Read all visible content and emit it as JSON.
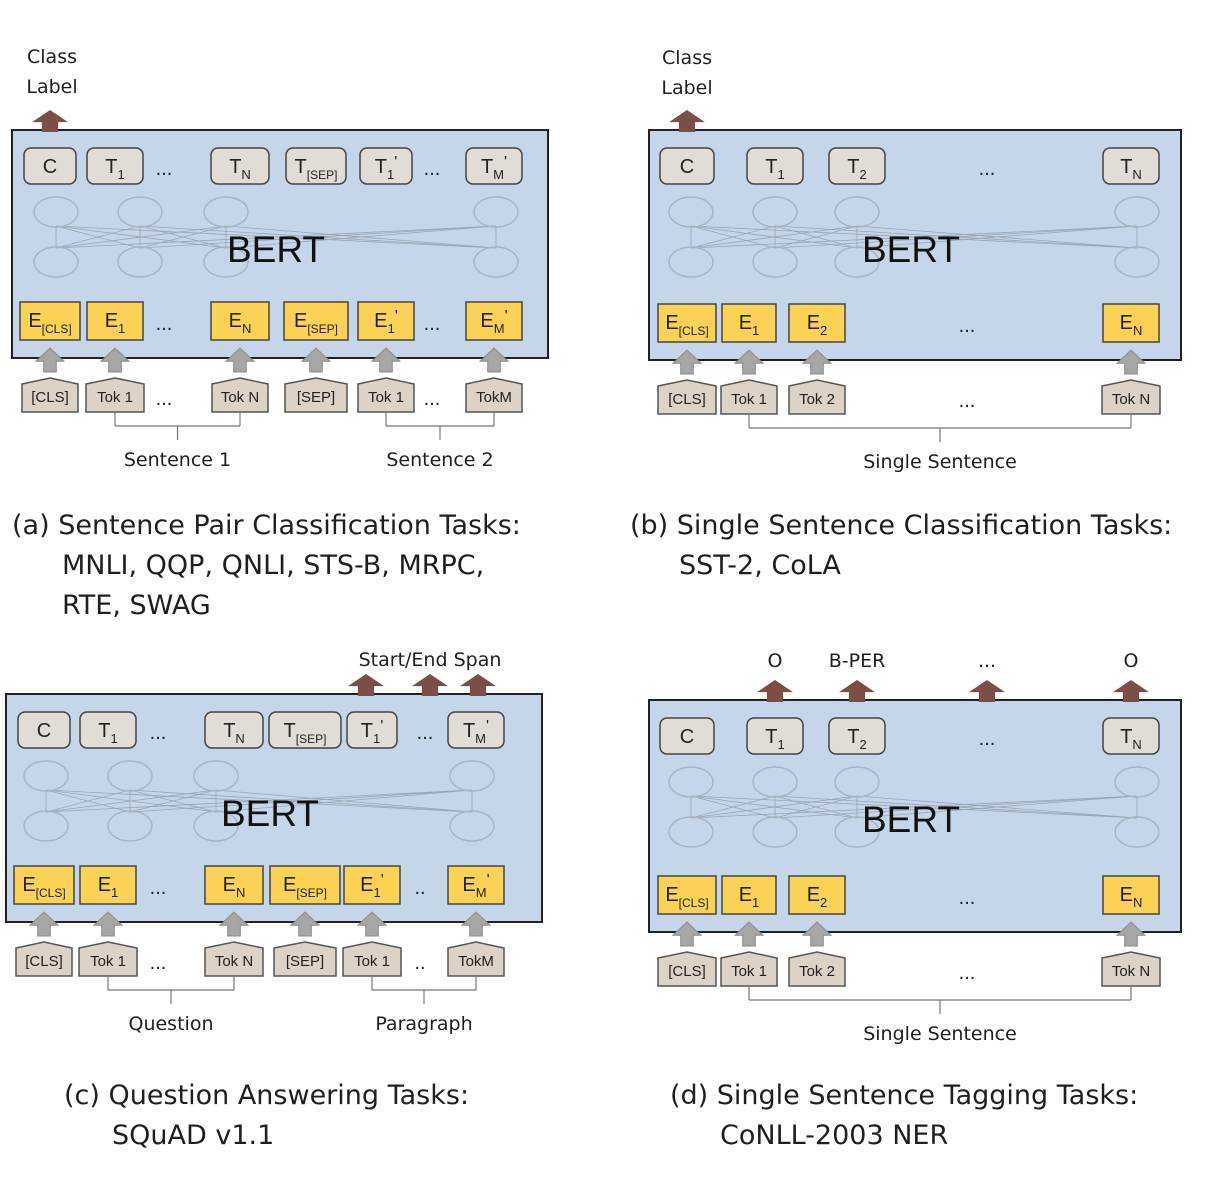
{
  "colors": {
    "bert_fill": "#c6d6ea",
    "embedding_fill": "#fcd256",
    "output_fill": "#e2dcd6",
    "token_fill": "#ddd2c6",
    "up_arrow_out": "#7b4f47",
    "up_arrow_in": "#a6a6a6"
  },
  "panels": {
    "a": {
      "top_label": "Class Label",
      "top_label_lines": [
        "Class",
        "Label"
      ],
      "bert": "BERT",
      "outputs": [
        {
          "main": "C",
          "sub": ""
        },
        {
          "main": "T",
          "sub": "1"
        },
        {
          "main": "T",
          "sub": "N"
        },
        {
          "main": "T",
          "sub": "[SEP]"
        },
        {
          "main": "T",
          "sub": "1",
          "prime": "'"
        },
        {
          "main": "T",
          "sub": "M",
          "prime": "'"
        }
      ],
      "embeddings": [
        {
          "main": "E",
          "sub": "[CLS]"
        },
        {
          "main": "E",
          "sub": "1"
        },
        {
          "main": "E",
          "sub": "N"
        },
        {
          "main": "E",
          "sub": "[SEP]"
        },
        {
          "main": "E",
          "sub": "1",
          "prime": "'"
        },
        {
          "main": "E",
          "sub": "M",
          "prime": "'"
        }
      ],
      "tokens": [
        "[CLS]",
        "Tok 1",
        "Tok N",
        "[SEP]",
        "Tok 1",
        "TokM"
      ],
      "ellipsis": "...",
      "groups": [
        "Sentence 1",
        "Sentence 2"
      ],
      "caption_lines": [
        "(a) Sentence Pair Classification Tasks:",
        "MNLI, QQP, QNLI, STS-B, MRPC,",
        "RTE, SWAG"
      ]
    },
    "b": {
      "top_label_lines": [
        "Class",
        "Label"
      ],
      "bert": "BERT",
      "outputs": [
        {
          "main": "C",
          "sub": ""
        },
        {
          "main": "T",
          "sub": "1"
        },
        {
          "main": "T",
          "sub": "2"
        },
        {
          "main": "T",
          "sub": "N"
        }
      ],
      "embeddings": [
        {
          "main": "E",
          "sub": "[CLS]"
        },
        {
          "main": "E",
          "sub": "1"
        },
        {
          "main": "E",
          "sub": "2"
        },
        {
          "main": "E",
          "sub": "N"
        }
      ],
      "tokens": [
        "[CLS]",
        "Tok 1",
        "Tok 2",
        "Tok N"
      ],
      "ellipsis": "...",
      "groups": [
        "Single Sentence"
      ],
      "caption_lines": [
        "(b) Single Sentence Classification Tasks:",
        "SST-2, CoLA"
      ]
    },
    "c": {
      "top_label": "Start/End Span",
      "bert": "BERT",
      "outputs": [
        {
          "main": "C",
          "sub": ""
        },
        {
          "main": "T",
          "sub": "1"
        },
        {
          "main": "T",
          "sub": "N"
        },
        {
          "main": "T",
          "sub": "[SEP]"
        },
        {
          "main": "T",
          "sub": "1",
          "prime": "'"
        },
        {
          "main": "T",
          "sub": "M",
          "prime": "'"
        }
      ],
      "embeddings": [
        {
          "main": "E",
          "sub": "[CLS]"
        },
        {
          "main": "E",
          "sub": "1"
        },
        {
          "main": "E",
          "sub": "N"
        },
        {
          "main": "E",
          "sub": "[SEP]"
        },
        {
          "main": "E",
          "sub": "1",
          "prime": "'"
        },
        {
          "main": "E",
          "sub": "M",
          "prime": "'"
        }
      ],
      "tokens": [
        "[CLS]",
        "Tok 1",
        "Tok N",
        "[SEP]",
        "Tok 1",
        "TokM"
      ],
      "ellipsis": "...",
      "ellipsis_short": "..",
      "groups": [
        "Question",
        "Paragraph"
      ],
      "caption_lines": [
        "(c) Question Answering Tasks:",
        "SQuAD v1.1"
      ]
    },
    "d": {
      "top_labels": [
        "O",
        "B-PER",
        "...",
        "O"
      ],
      "bert": "BERT",
      "outputs": [
        {
          "main": "C",
          "sub": ""
        },
        {
          "main": "T",
          "sub": "1"
        },
        {
          "main": "T",
          "sub": "2"
        },
        {
          "main": "T",
          "sub": "N"
        }
      ],
      "embeddings": [
        {
          "main": "E",
          "sub": "[CLS]"
        },
        {
          "main": "E",
          "sub": "1"
        },
        {
          "main": "E",
          "sub": "2"
        },
        {
          "main": "E",
          "sub": "N"
        }
      ],
      "tokens": [
        "[CLS]",
        "Tok 1",
        "Tok 2",
        "Tok N"
      ],
      "ellipsis": "...",
      "groups": [
        "Single Sentence"
      ],
      "caption_lines": [
        "(d) Single Sentence Tagging Tasks:",
        "CoNLL-2003 NER"
      ]
    }
  }
}
